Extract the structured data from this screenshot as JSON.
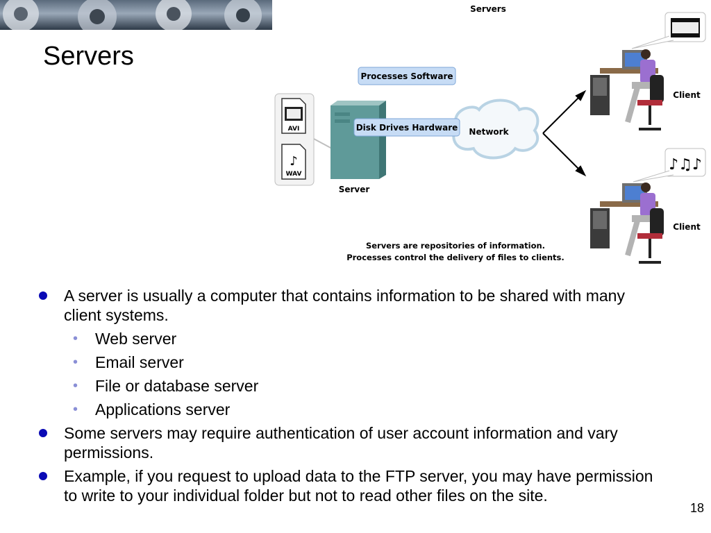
{
  "slide": {
    "title": "Servers",
    "page_number": "18"
  },
  "diagram": {
    "title": "Servers",
    "processes_label": "Processes Software",
    "disk_label": "Disk Drives Hardware",
    "network_label": "Network",
    "server_label": "Server",
    "client1_label": "Client",
    "client2_label": "Client",
    "avi_label": "AVI",
    "wav_label": "WAV",
    "caption_line1": "Servers are repositories of information.",
    "caption_line2": "Processes control the delivery of files to clients."
  },
  "bullets": [
    {
      "text": "A server is usually a computer that contains information to be shared with many client systems."
    },
    {
      "text": "Web server"
    },
    {
      "text": "Email server"
    },
    {
      "text": "File or database server"
    },
    {
      "text": "Applications server"
    },
    {
      "text": "Some servers may require authentication of user account information and vary permissions."
    },
    {
      "text": "Example, if you request to upload data to the FTP server, you may have permission to write to your individual folder but not to read other files on the site."
    }
  ]
}
